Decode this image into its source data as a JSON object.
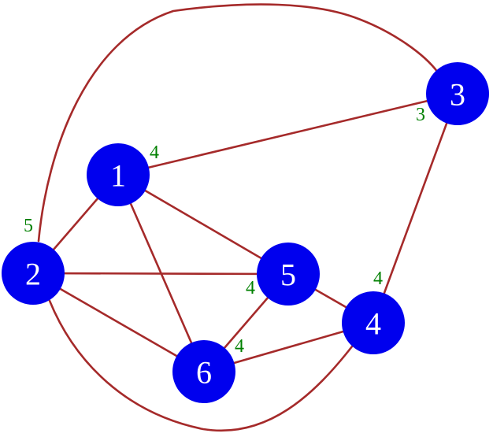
{
  "colors": {
    "node_fill": "#0000ee",
    "node_text": "#ffffff",
    "edge": "#a52a2a",
    "degree_label": "#008000",
    "background": "#ffffff"
  },
  "nodes": [
    {
      "id": "1",
      "label": "1",
      "degree_label": "4"
    },
    {
      "id": "2",
      "label": "2",
      "degree_label": "5"
    },
    {
      "id": "3",
      "label": "3",
      "degree_label": "3"
    },
    {
      "id": "4",
      "label": "4",
      "degree_label": "4"
    },
    {
      "id": "5",
      "label": "5",
      "degree_label": "4"
    },
    {
      "id": "6",
      "label": "6",
      "degree_label": "4"
    }
  ],
  "edges": [
    {
      "from": "1",
      "to": "3"
    },
    {
      "from": "1",
      "to": "2"
    },
    {
      "from": "1",
      "to": "5"
    },
    {
      "from": "1",
      "to": "6"
    },
    {
      "from": "2",
      "to": "5"
    },
    {
      "from": "2",
      "to": "6"
    },
    {
      "from": "2",
      "to": "3"
    },
    {
      "from": "2",
      "to": "4"
    },
    {
      "from": "3",
      "to": "4"
    },
    {
      "from": "5",
      "to": "4"
    },
    {
      "from": "5",
      "to": "6"
    },
    {
      "from": "6",
      "to": "4"
    }
  ]
}
